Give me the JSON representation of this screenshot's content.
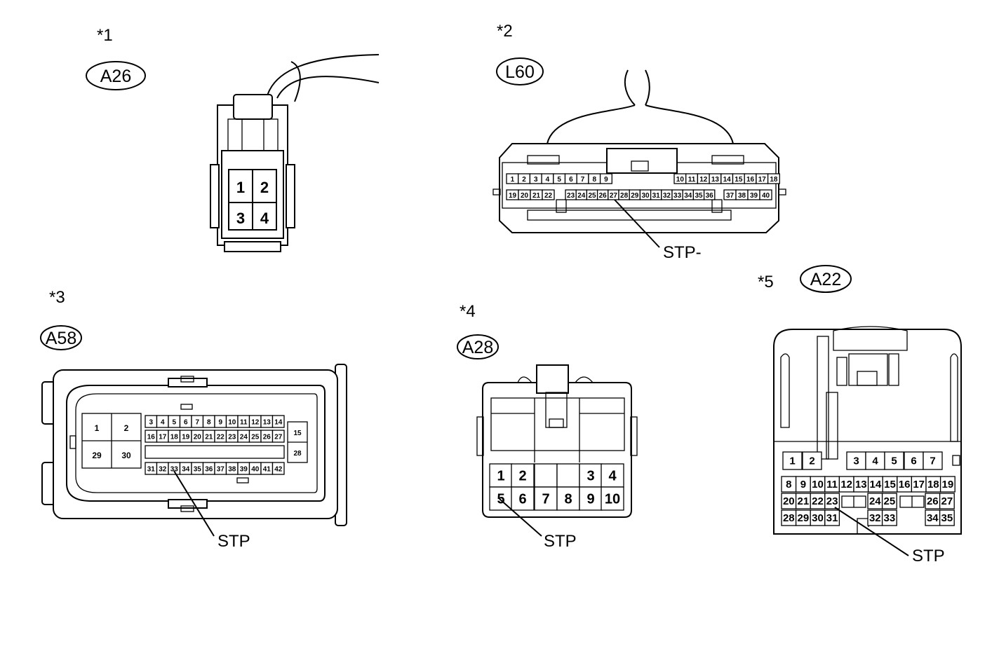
{
  "connectors": [
    {
      "id": "c1",
      "ref": "*1",
      "code": "A26",
      "pins": [
        "1",
        "2",
        "3",
        "4"
      ],
      "callout": ""
    },
    {
      "id": "c2",
      "ref": "*2",
      "code": "L60",
      "rows": [
        [
          "1",
          "2",
          "3",
          "4",
          "5",
          "6",
          "7",
          "8",
          "9",
          "10",
          "11",
          "12",
          "13",
          "14",
          "15",
          "16",
          "17",
          "18"
        ],
        [
          "19",
          "20",
          "21",
          "22",
          "23",
          "24",
          "25",
          "26",
          "27",
          "28",
          "29",
          "30",
          "31",
          "32",
          "33",
          "34",
          "35",
          "36",
          "37",
          "38",
          "39",
          "40"
        ]
      ],
      "callout": "STP-",
      "callout_pin": "27"
    },
    {
      "id": "c3",
      "ref": "*3",
      "code": "A58",
      "large_pins": [
        "1",
        "2",
        "29",
        "30"
      ],
      "rows": [
        [
          "3",
          "4",
          "5",
          "6",
          "7",
          "8",
          "9",
          "10",
          "11",
          "12",
          "13",
          "14"
        ],
        [
          "16",
          "17",
          "18",
          "19",
          "20",
          "21",
          "22",
          "23",
          "24",
          "25",
          "26",
          "27"
        ],
        [
          "31",
          "32",
          "33",
          "34",
          "35",
          "36",
          "37",
          "38",
          "39",
          "40",
          "41",
          "42"
        ]
      ],
      "side_pins": [
        "15",
        "28"
      ],
      "callout": "STP",
      "callout_pin": "33"
    },
    {
      "id": "c4",
      "ref": "*4",
      "code": "A28",
      "rows": [
        [
          "1",
          "2",
          "",
          "",
          "3",
          "4"
        ],
        [
          "5",
          "6",
          "7",
          "8",
          "9",
          "10"
        ]
      ],
      "callout": "STP",
      "callout_pin": "5"
    },
    {
      "id": "c5",
      "ref": "*5",
      "code": "A22",
      "rows": [
        [
          "1",
          "2",
          "3",
          "4",
          "5",
          "6",
          "7"
        ],
        [
          "8",
          "9",
          "10",
          "11",
          "12",
          "13",
          "14",
          "15",
          "16",
          "17",
          "18",
          "19"
        ],
        [
          "20",
          "21",
          "22",
          "23",
          "24",
          "25",
          "26",
          "27"
        ],
        [
          "28",
          "29",
          "30",
          "31",
          "32",
          "33",
          "34",
          "35"
        ]
      ],
      "callout": "STP",
      "callout_pin": "23"
    }
  ]
}
